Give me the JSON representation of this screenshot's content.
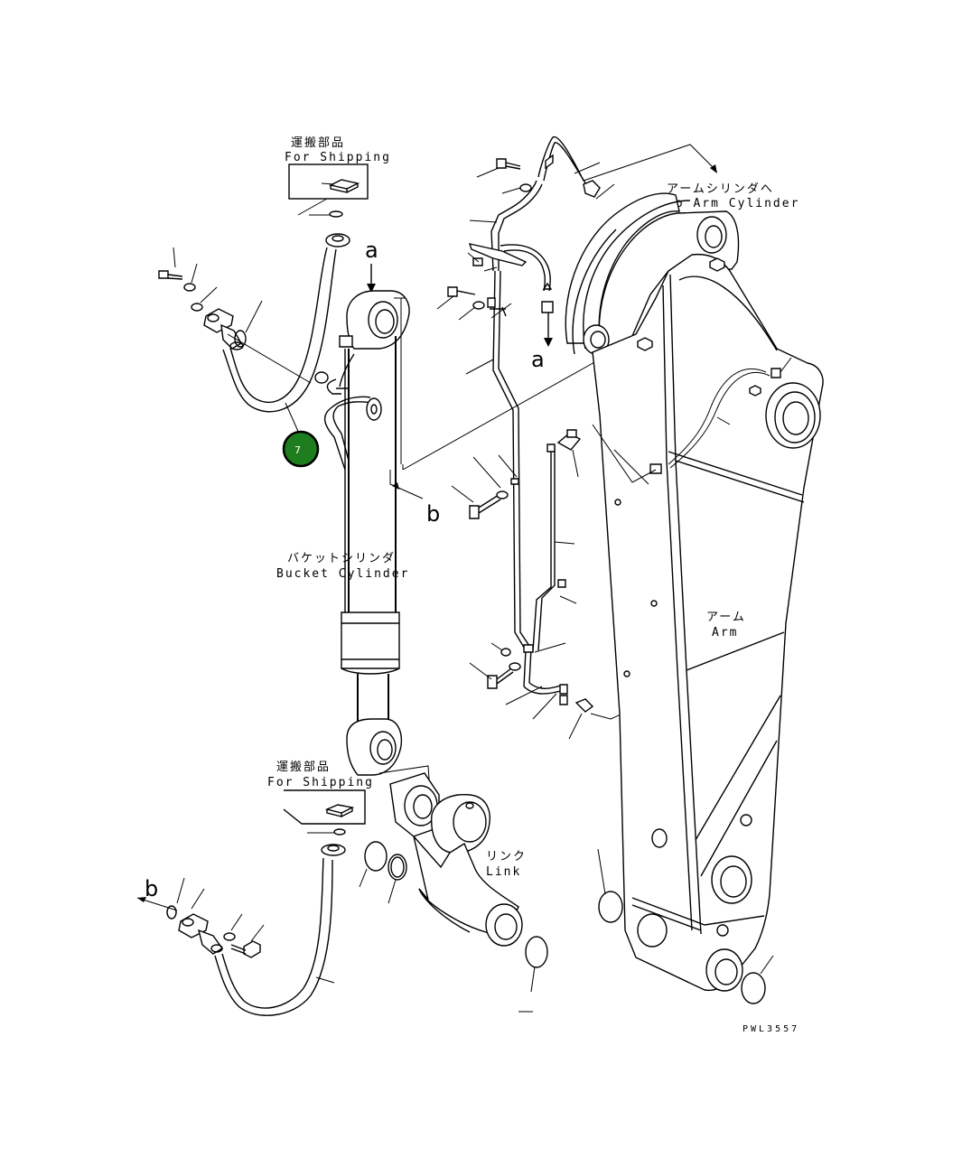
{
  "labels": {
    "shipping_top_jp": "運搬部品",
    "shipping_top_en": "For Shipping",
    "shipping_bottom_jp": "運搬部品",
    "shipping_bottom_en": "For Shipping",
    "to_arm_cyl_jp": "アームシリンダへ",
    "to_arm_cyl_en": "To Arm Cylinder",
    "bucket_cyl_jp": "バケットシリンダ",
    "bucket_cyl_en": "Bucket Cylinder",
    "arm_jp": "アーム",
    "arm_en": "Arm",
    "link_jp": "リンク",
    "link_en": "Link",
    "ref_a1": "a",
    "ref_a2": "a",
    "ref_b1": "b",
    "ref_b2": "b",
    "drawing_code": "PWL3557"
  },
  "callout": {
    "number": "7",
    "color": "#1e7d1e"
  }
}
